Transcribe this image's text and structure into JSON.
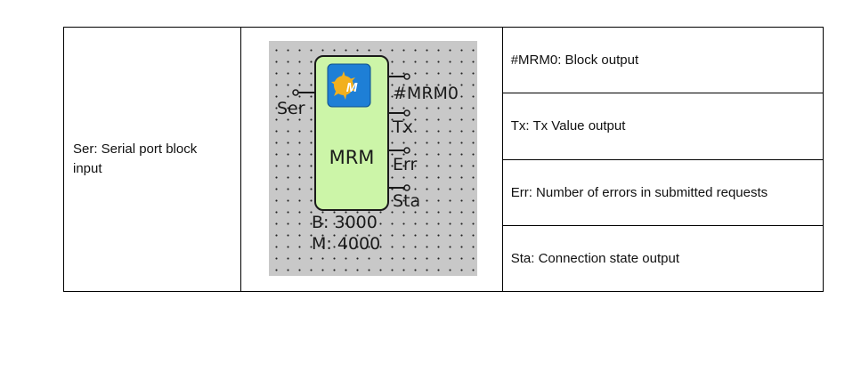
{
  "input_desc": "Ser: Serial port block input",
  "outputs": [
    {
      "desc": "#MRM0: Block output"
    },
    {
      "desc": "Tx: Tx Value output"
    },
    {
      "desc": "Err: Number of errors in submitted requests"
    },
    {
      "desc": "Sta: Connection state output"
    }
  ],
  "block": {
    "title": "MRM",
    "input_label": "Ser",
    "output_labels": [
      "#MRM0",
      "Tx",
      "Err",
      "Sta"
    ],
    "param_b": "B: 3000",
    "param_m": "M: 4000",
    "body_color": "#ccf5a8",
    "icon_bg_color": "#1e7fd6",
    "icon_star_color": "#f2b01e"
  }
}
